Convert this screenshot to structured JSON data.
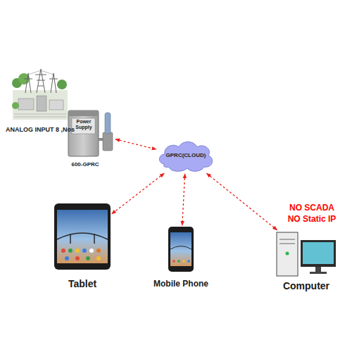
{
  "diagram": {
    "nodes": [
      {
        "text": [
          "ANALOG INPUT 8 ,Nos"
        ]
      },
      {
        "text": [
          "Power Supply",
          "600-GPRC"
        ]
      },
      {
        "text": [
          "GPRC(CLOUD)"
        ]
      },
      {
        "text": [
          "Tablet"
        ]
      },
      {
        "text": [
          "Mobile Phone"
        ]
      },
      {
        "text": [
          "Computer"
        ]
      }
    ],
    "edges": [
      {
        "from": 1,
        "to": 2,
        "arrow": "both"
      },
      {
        "from": 2,
        "to": 3,
        "arrow": "both"
      },
      {
        "from": 2,
        "to": 4,
        "arrow": "both"
      },
      {
        "from": 2,
        "to": 5,
        "arrow": "both"
      }
    ],
    "labels": [
      "NO SCADA NO Static IP"
    ]
  }
}
